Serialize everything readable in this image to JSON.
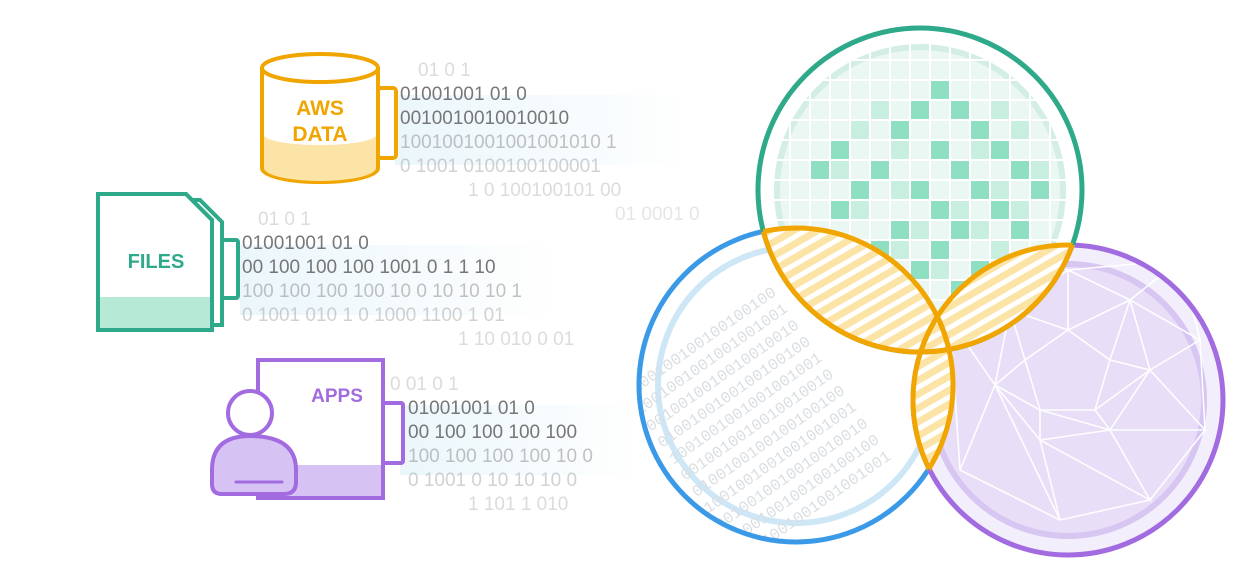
{
  "sources": {
    "aws": {
      "label_line1": "AWS",
      "label_line2": "DATA",
      "color": "#F0A500",
      "fill": "#FCE3A6"
    },
    "files": {
      "label": "FILES",
      "color": "#2EA98A",
      "fill": "#B6E9D6"
    },
    "apps": {
      "label": "APPS",
      "color": "#A26BE0",
      "fill": "#D7C3F3"
    }
  },
  "binary_streams": {
    "aws": [
      "01 0 1",
      "01001001  01  0",
      "0010010010010010",
      "1001001001001001010 1",
      "0  1001   0100100100001",
      "1    0  100100101 00",
      "01  0001 0"
    ],
    "files": [
      "01 0  1",
      "01001001  01   0",
      "00 100 100 100 1001 0 1 1   10",
      "100 100 100 100 10 0 10 10 10   1",
      "0  1001  010   1  0 1000 1100 1 01",
      "1    10   010 0 01"
    ],
    "apps": [
      "0  01 0  1",
      "01001001  01   0",
      "00 100 100  100 100",
      "100 100 100 100 10 0",
      "0  1001 0 10 10 10 0",
      "1   101 1 010"
    ]
  },
  "circles": {
    "top": {
      "color": "#2EA98A"
    },
    "left": {
      "color": "#3B9AE8"
    },
    "right": {
      "color": "#A26BE0"
    },
    "overlap": {
      "color": "#F0A500",
      "fill": "#FCE3A6"
    }
  }
}
